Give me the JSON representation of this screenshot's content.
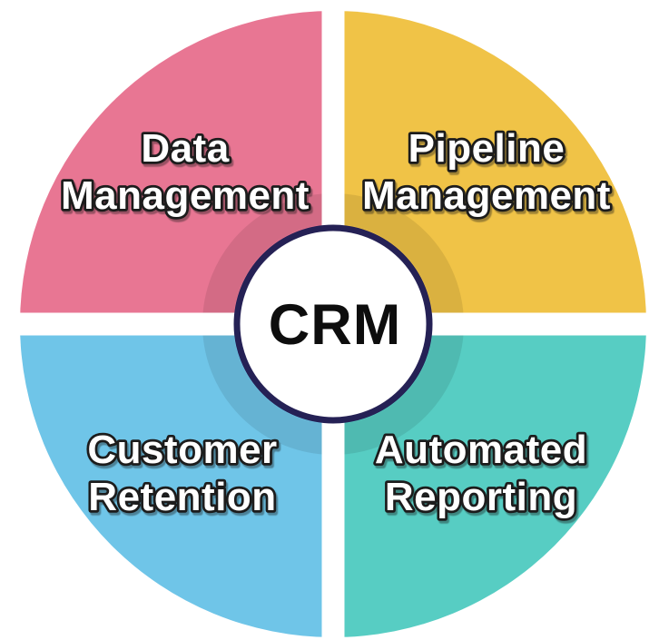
{
  "diagram": {
    "type": "quadrant-circle-infographic",
    "center_label": "CRM",
    "quadrants": [
      {
        "id": "data-management",
        "position": "top-left",
        "line1": "Data",
        "line2": "Management",
        "color": "#e87693"
      },
      {
        "id": "pipeline-management",
        "position": "top-right",
        "line1": "Pipeline",
        "line2": "Management",
        "color": "#f0c347"
      },
      {
        "id": "customer-retention",
        "position": "bottom-left",
        "line1": "Customer",
        "line2": "Retention",
        "color": "#6fc5e8"
      },
      {
        "id": "automated-reporting",
        "position": "bottom-right",
        "line1": "Automated",
        "line2": "Reporting",
        "color": "#57cdc3"
      }
    ],
    "colors": {
      "center_border": "#252155",
      "center_fill": "#ffffff",
      "label_fill": "#ffffff",
      "label_outline": "#1c1c1c",
      "background": "#ffffff",
      "inner_shadow_ring": "rgba(0,0,0,0.09)"
    }
  }
}
